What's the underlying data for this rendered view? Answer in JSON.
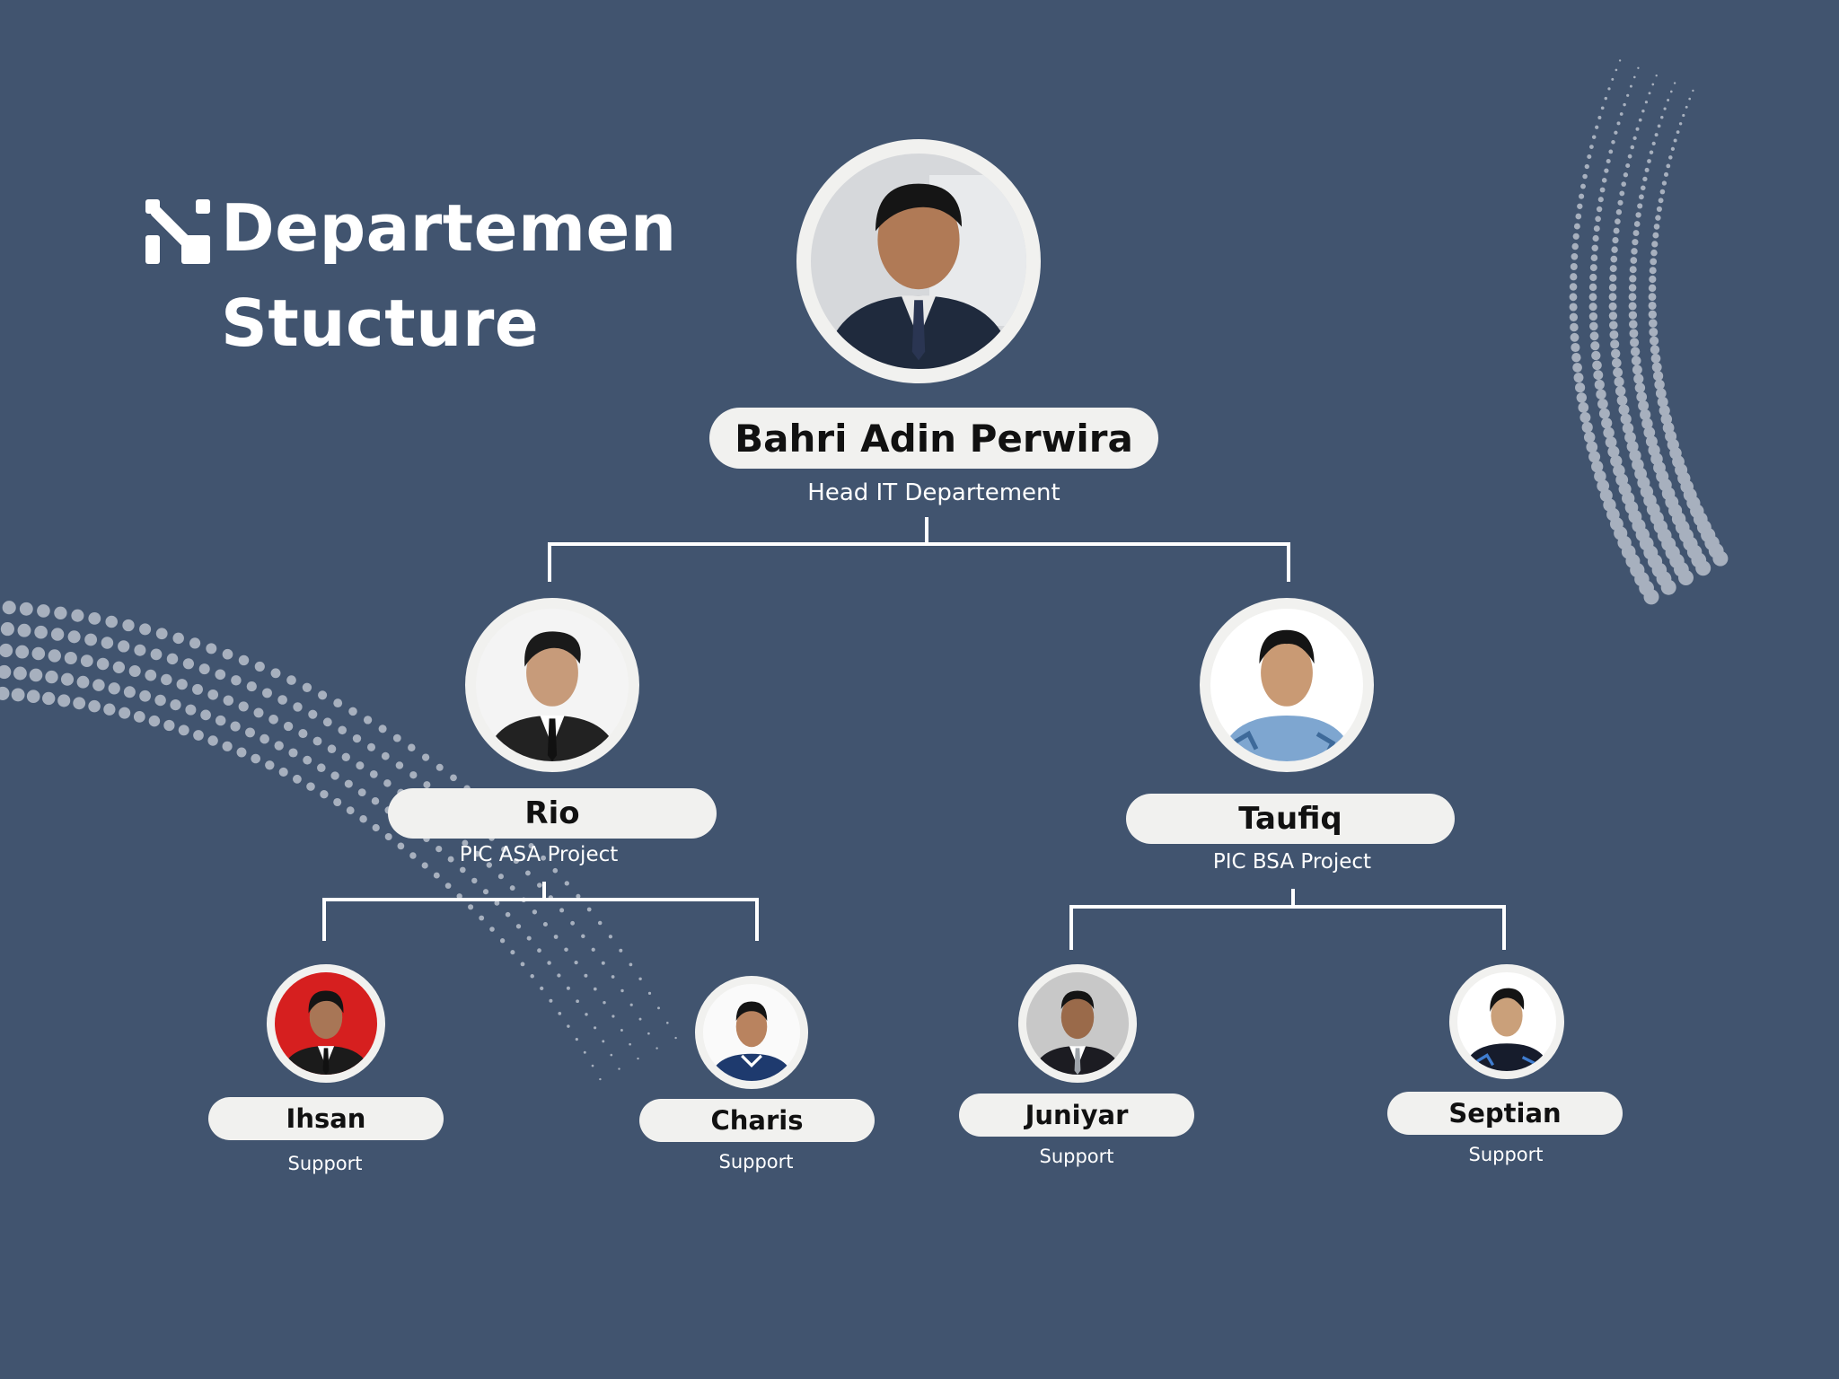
{
  "title": {
    "line1": "Departemen",
    "line2": "Stucture"
  },
  "colors": {
    "background": "#41546f",
    "pill": "#f1f1ef",
    "line": "#ffffff",
    "dots": "#a7b0be"
  },
  "people": {
    "head": {
      "name": "Bahri Adin Perwira",
      "role": "Head IT Departement"
    },
    "rio": {
      "name": "Rio",
      "role": "PIC ASA Project"
    },
    "taufiq": {
      "name": "Taufiq",
      "role": "PIC BSA Project"
    },
    "ihsan": {
      "name": "Ihsan",
      "role": "Support"
    },
    "charis": {
      "name": "Charis",
      "role": "Support"
    },
    "juniyar": {
      "name": "Juniyar",
      "role": "Support"
    },
    "septian": {
      "name": "Septian",
      "role": "Support"
    }
  }
}
